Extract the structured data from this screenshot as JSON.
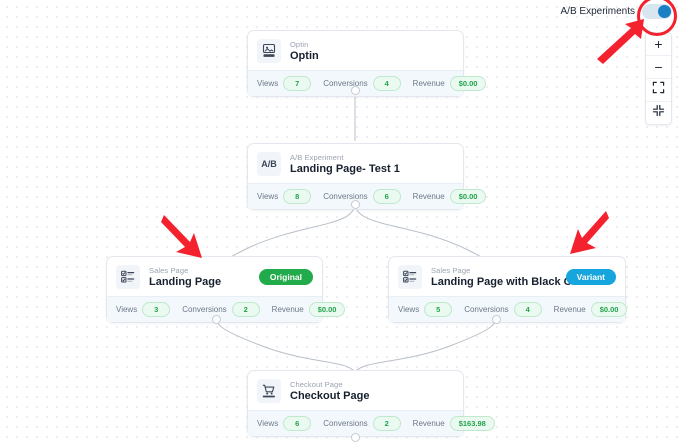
{
  "header": {
    "label": "A/B Experiments",
    "toggle_state": "on",
    "accent_color": "#1b7fc4"
  },
  "toolbar": {
    "buttons": [
      {
        "name": "zoom-in",
        "glyph": "+"
      },
      {
        "name": "zoom-out",
        "glyph": "−"
      },
      {
        "name": "fit-view",
        "glyph": "fit"
      },
      {
        "name": "fullscreen",
        "glyph": "expand"
      }
    ]
  },
  "annotations": {
    "circle_target": "A/B Experiments toggle",
    "arrow_color": "#f4212e",
    "arrows": [
      {
        "name": "arrow-left",
        "points_to": "Landing Page node"
      },
      {
        "name": "arrow-right",
        "points_to": "Landing Page with Black CTA node"
      }
    ]
  },
  "stat_labels": {
    "views": "Views",
    "conversions": "Conversions",
    "revenue": "Revenue"
  },
  "badge_colors": {
    "original": "#21ab4b",
    "variant": "#16a6dd"
  },
  "nodes": [
    {
      "id": "optin",
      "kind": "Optin",
      "name": "Optin",
      "icon": "image-page-icon",
      "badge": null,
      "views": "7",
      "conversions": "4",
      "revenue": "$0.00"
    },
    {
      "id": "ab-experiment",
      "kind": "A/B Experiment",
      "name": "Landing Page- Test 1",
      "icon": "ab-icon",
      "icon_text": "A/B",
      "badge": null,
      "views": "8",
      "conversions": "6",
      "revenue": "$0.00"
    },
    {
      "id": "landing-page",
      "kind": "Sales Page",
      "name": "Landing Page",
      "icon": "sales-page-icon",
      "badge": "Original",
      "badge_type": "original",
      "views": "3",
      "conversions": "2",
      "revenue": "$0.00"
    },
    {
      "id": "landing-page-black-cta",
      "kind": "Sales Page",
      "name": "Landing Page with Black CTA",
      "icon": "sales-page-icon",
      "badge": "Variant",
      "badge_type": "variant",
      "views": "5",
      "conversions": "4",
      "revenue": "$0.00"
    },
    {
      "id": "checkout",
      "kind": "Checkout Page",
      "name": "Checkout Page",
      "icon": "cart-icon",
      "badge": null,
      "views": "6",
      "conversions": "2",
      "revenue": "$163.98"
    }
  ]
}
